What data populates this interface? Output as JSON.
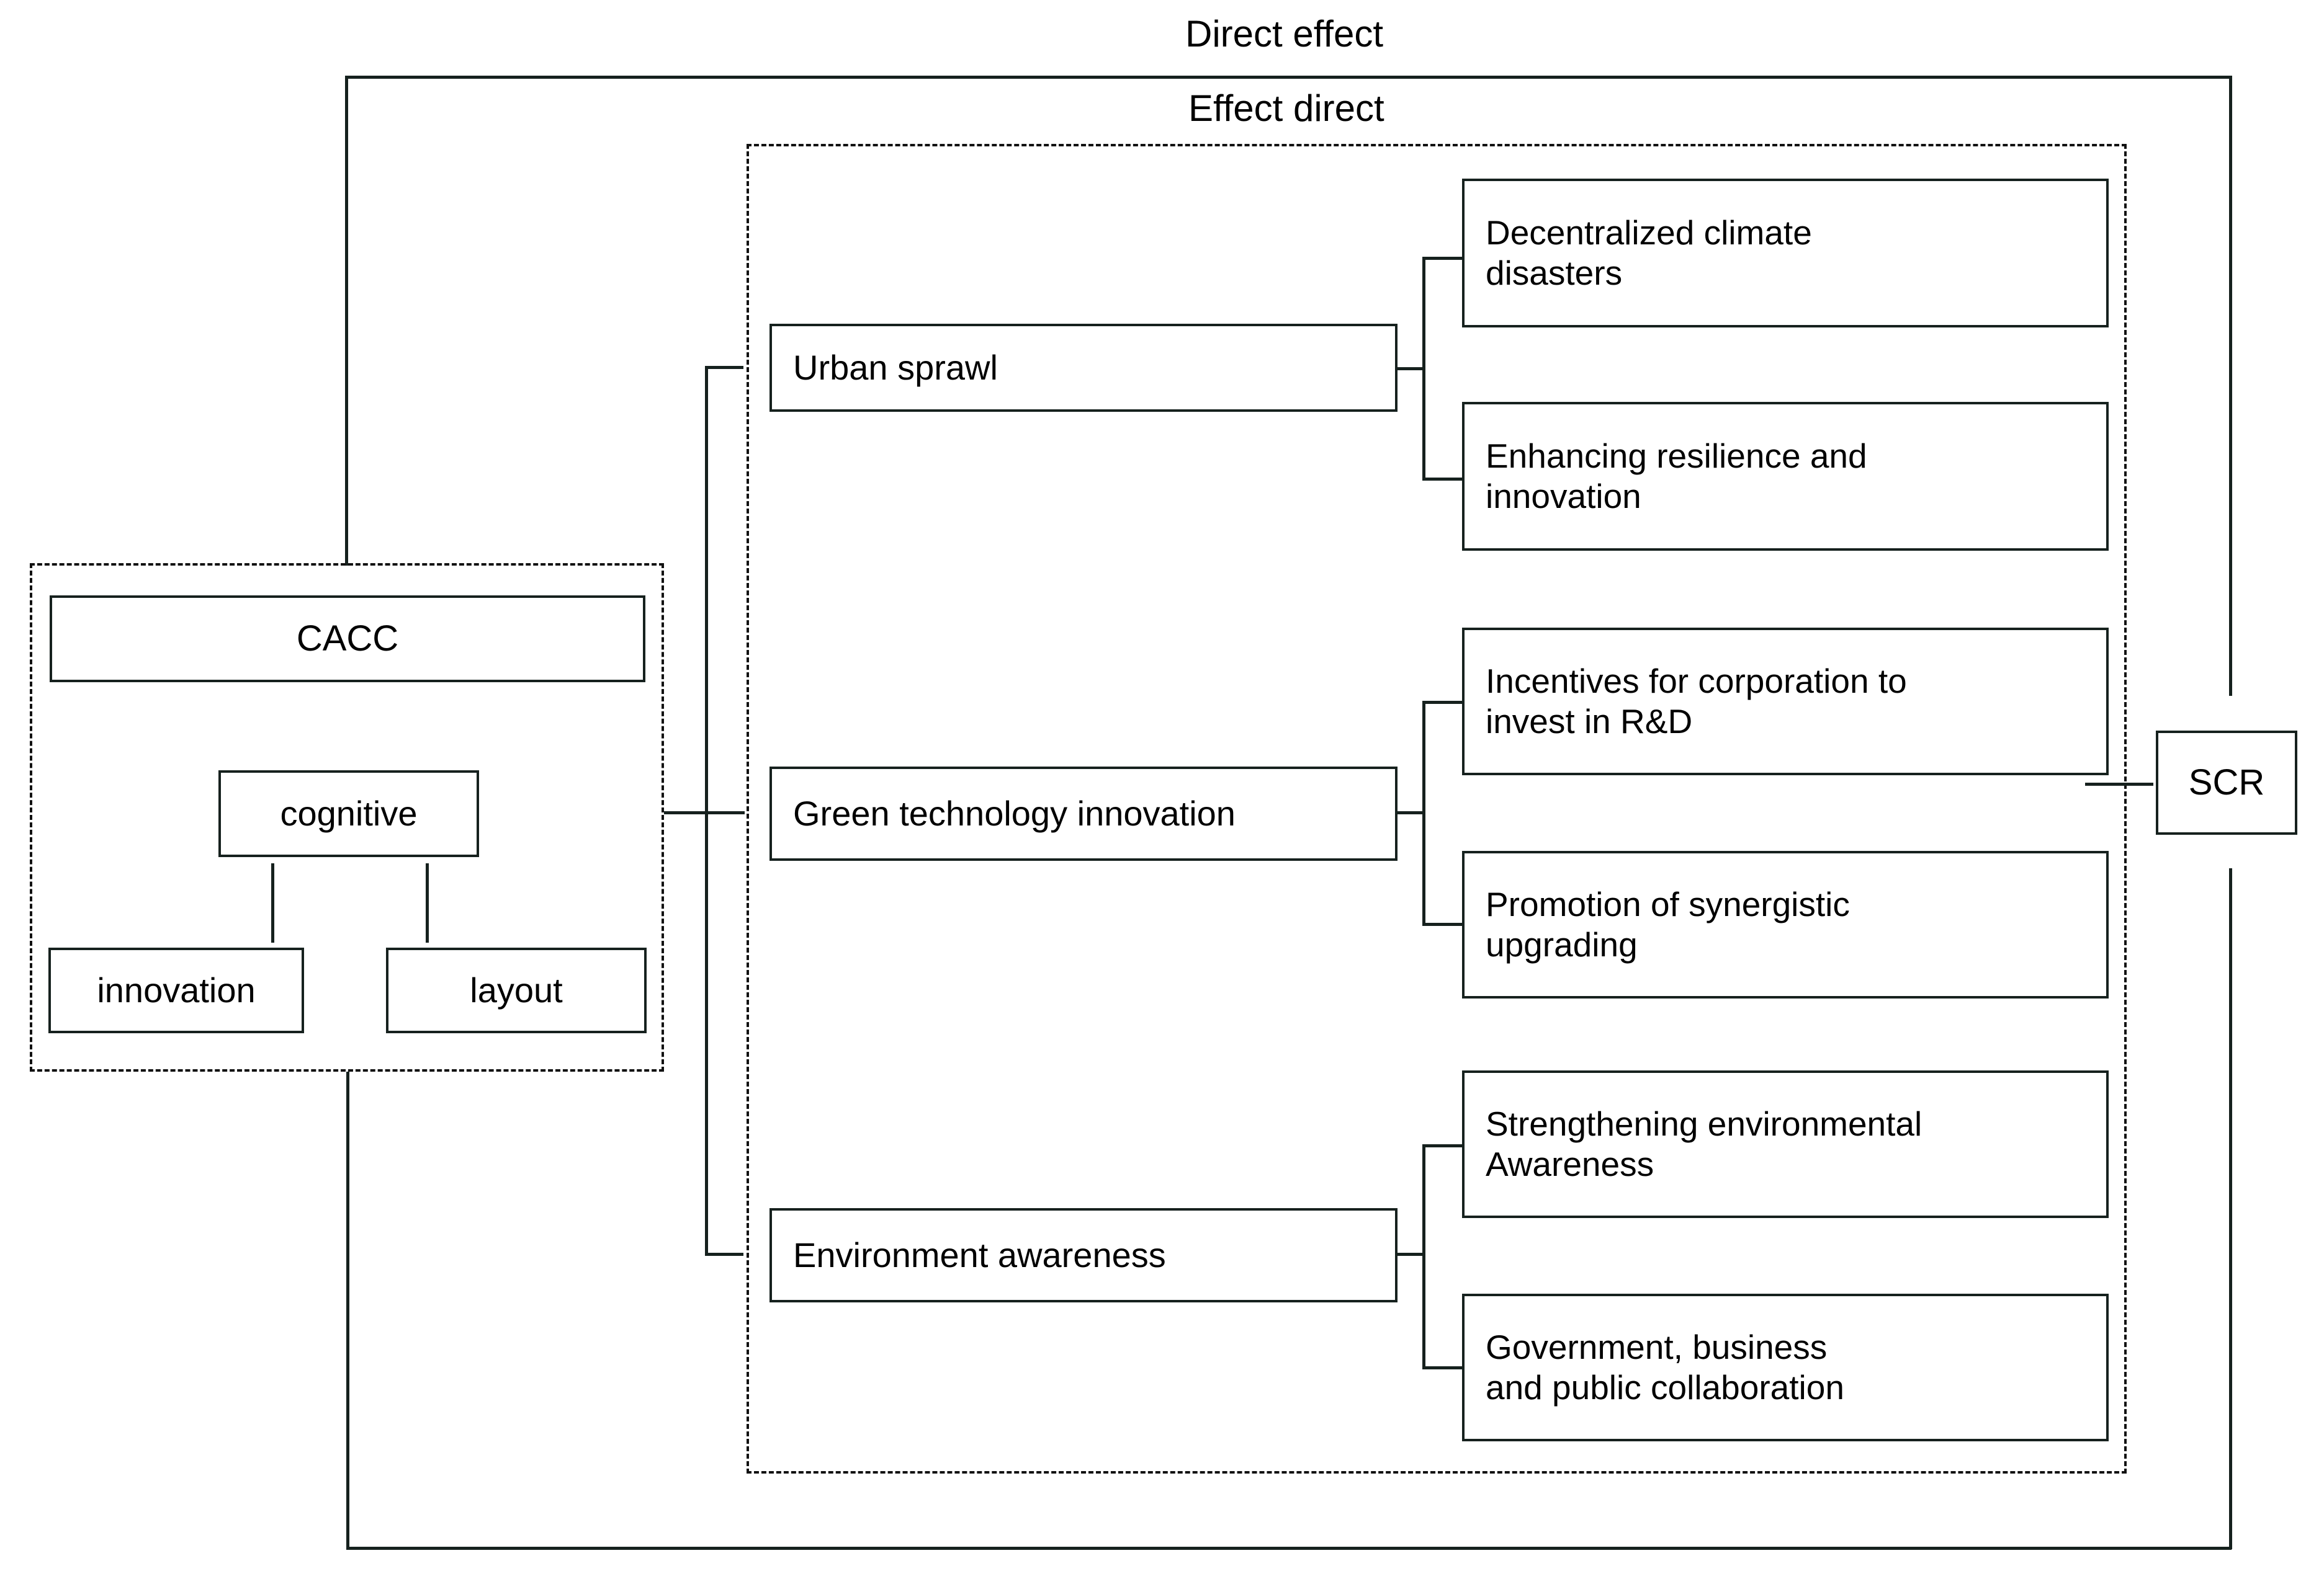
{
  "diagram": {
    "labels": {
      "top_effect": "Direct effect",
      "inner_effect": "Effect direct"
    },
    "source_group": {
      "title_box": "CACC",
      "nodes": [
        {
          "id": "cognitive",
          "label": "cognitive"
        },
        {
          "id": "innovation",
          "label": "innovation"
        },
        {
          "id": "layout",
          "label": "layout"
        }
      ]
    },
    "mediators": [
      {
        "id": "urban-sprawl",
        "label": "Urban sprawl"
      },
      {
        "id": "green-tech",
        "label": "Green technology innovation"
      },
      {
        "id": "environment-aware",
        "label": "Environment awareness"
      }
    ],
    "outcomes": [
      {
        "id": "decentralized-climate-disasters",
        "line1": "Decentralized climate",
        "line2": "disasters"
      },
      {
        "id": "enhancing-resilience",
        "line1": "Enhancing resilience and",
        "line2": "innovation"
      },
      {
        "id": "incentives-rd",
        "line1": "Incentives for corporation to",
        "line2": "invest in R&D"
      },
      {
        "id": "synergistic-upgrading",
        "line1": "Promotion of synergistic",
        "line2": "upgrading"
      },
      {
        "id": "strengthening-awareness",
        "line1": "Strengthening environmental",
        "line2": "Awareness"
      },
      {
        "id": "gov-business-public",
        "line1": "Government, business",
        "line2": "and public collaboration"
      }
    ],
    "target": {
      "id": "scr",
      "label": "SCR"
    },
    "colors": {
      "stroke": "#16211e",
      "dashed_stroke": "#111111",
      "background": "#ffffff",
      "text": "#000000"
    }
  }
}
